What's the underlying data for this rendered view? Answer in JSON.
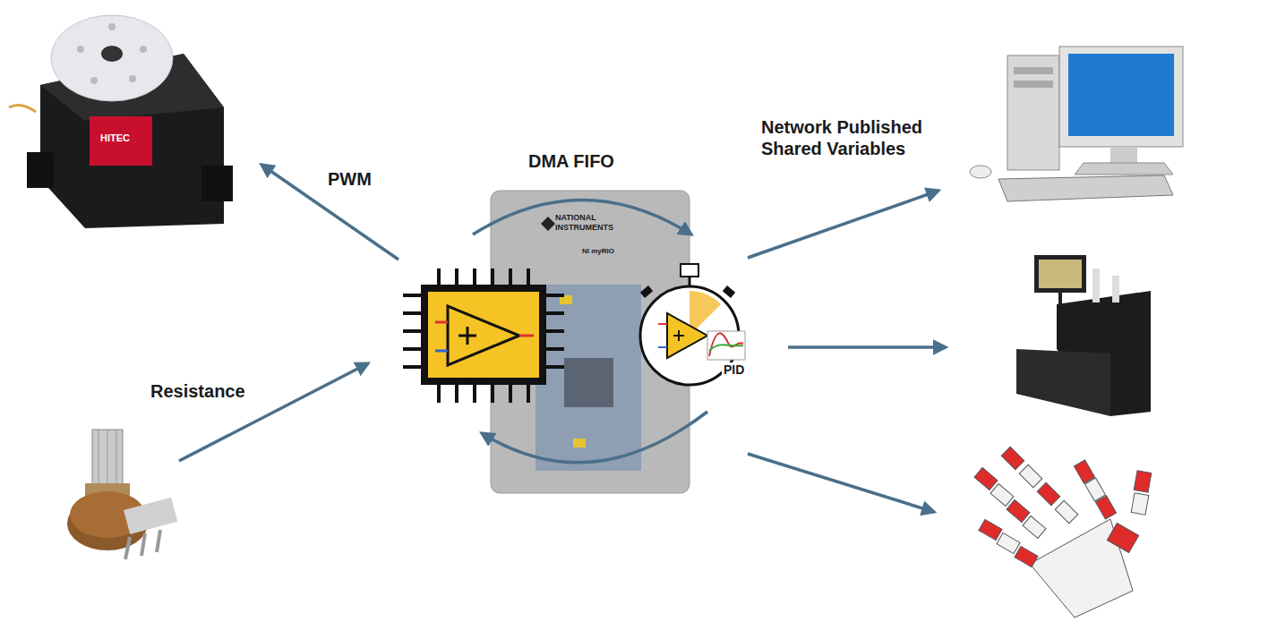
{
  "diagram": {
    "labels": [
      "PWM",
      "DMA FIFO",
      "Network Published Shared Variables",
      "Resistance",
      "NATIONAL INSTRUMENTS",
      "NI myRIO",
      "PID",
      "HITEC"
    ]
  }
}
